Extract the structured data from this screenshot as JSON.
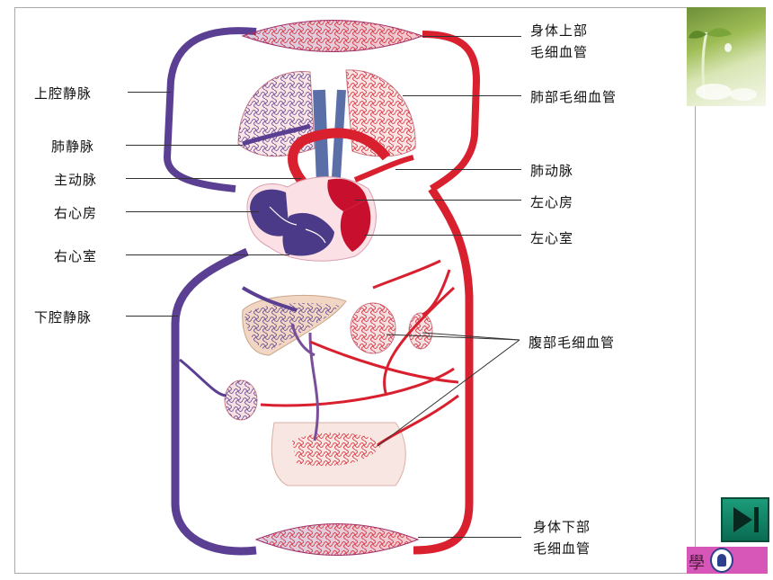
{
  "labels": {
    "upper_body_capillaries_line1": "身体上部",
    "upper_body_capillaries_line2": "毛细血管",
    "superior_vena_cava": "上腔静脉",
    "pulmonary_capillaries": "肺部毛细血管",
    "pulmonary_vein": "肺静脉",
    "aorta": "主动脉",
    "pulmonary_artery": "肺动脉",
    "right_atrium": "右心房",
    "left_atrium": "左心房",
    "right_ventricle": "右心室",
    "left_ventricle": "左心室",
    "inferior_vena_cava": "下腔静脉",
    "abdominal_capillaries": "腹部毛细血管",
    "lower_body_capillaries_line1": "身体下部",
    "lower_body_capillaries_line2": "毛细血管"
  },
  "badge_text": "學",
  "colors": {
    "vein": "#5a3f92",
    "artery": "#d9202f",
    "nav_button": "#0b6b52",
    "badge": "#d657b7"
  },
  "icons": {
    "next": "play-end-icon"
  }
}
